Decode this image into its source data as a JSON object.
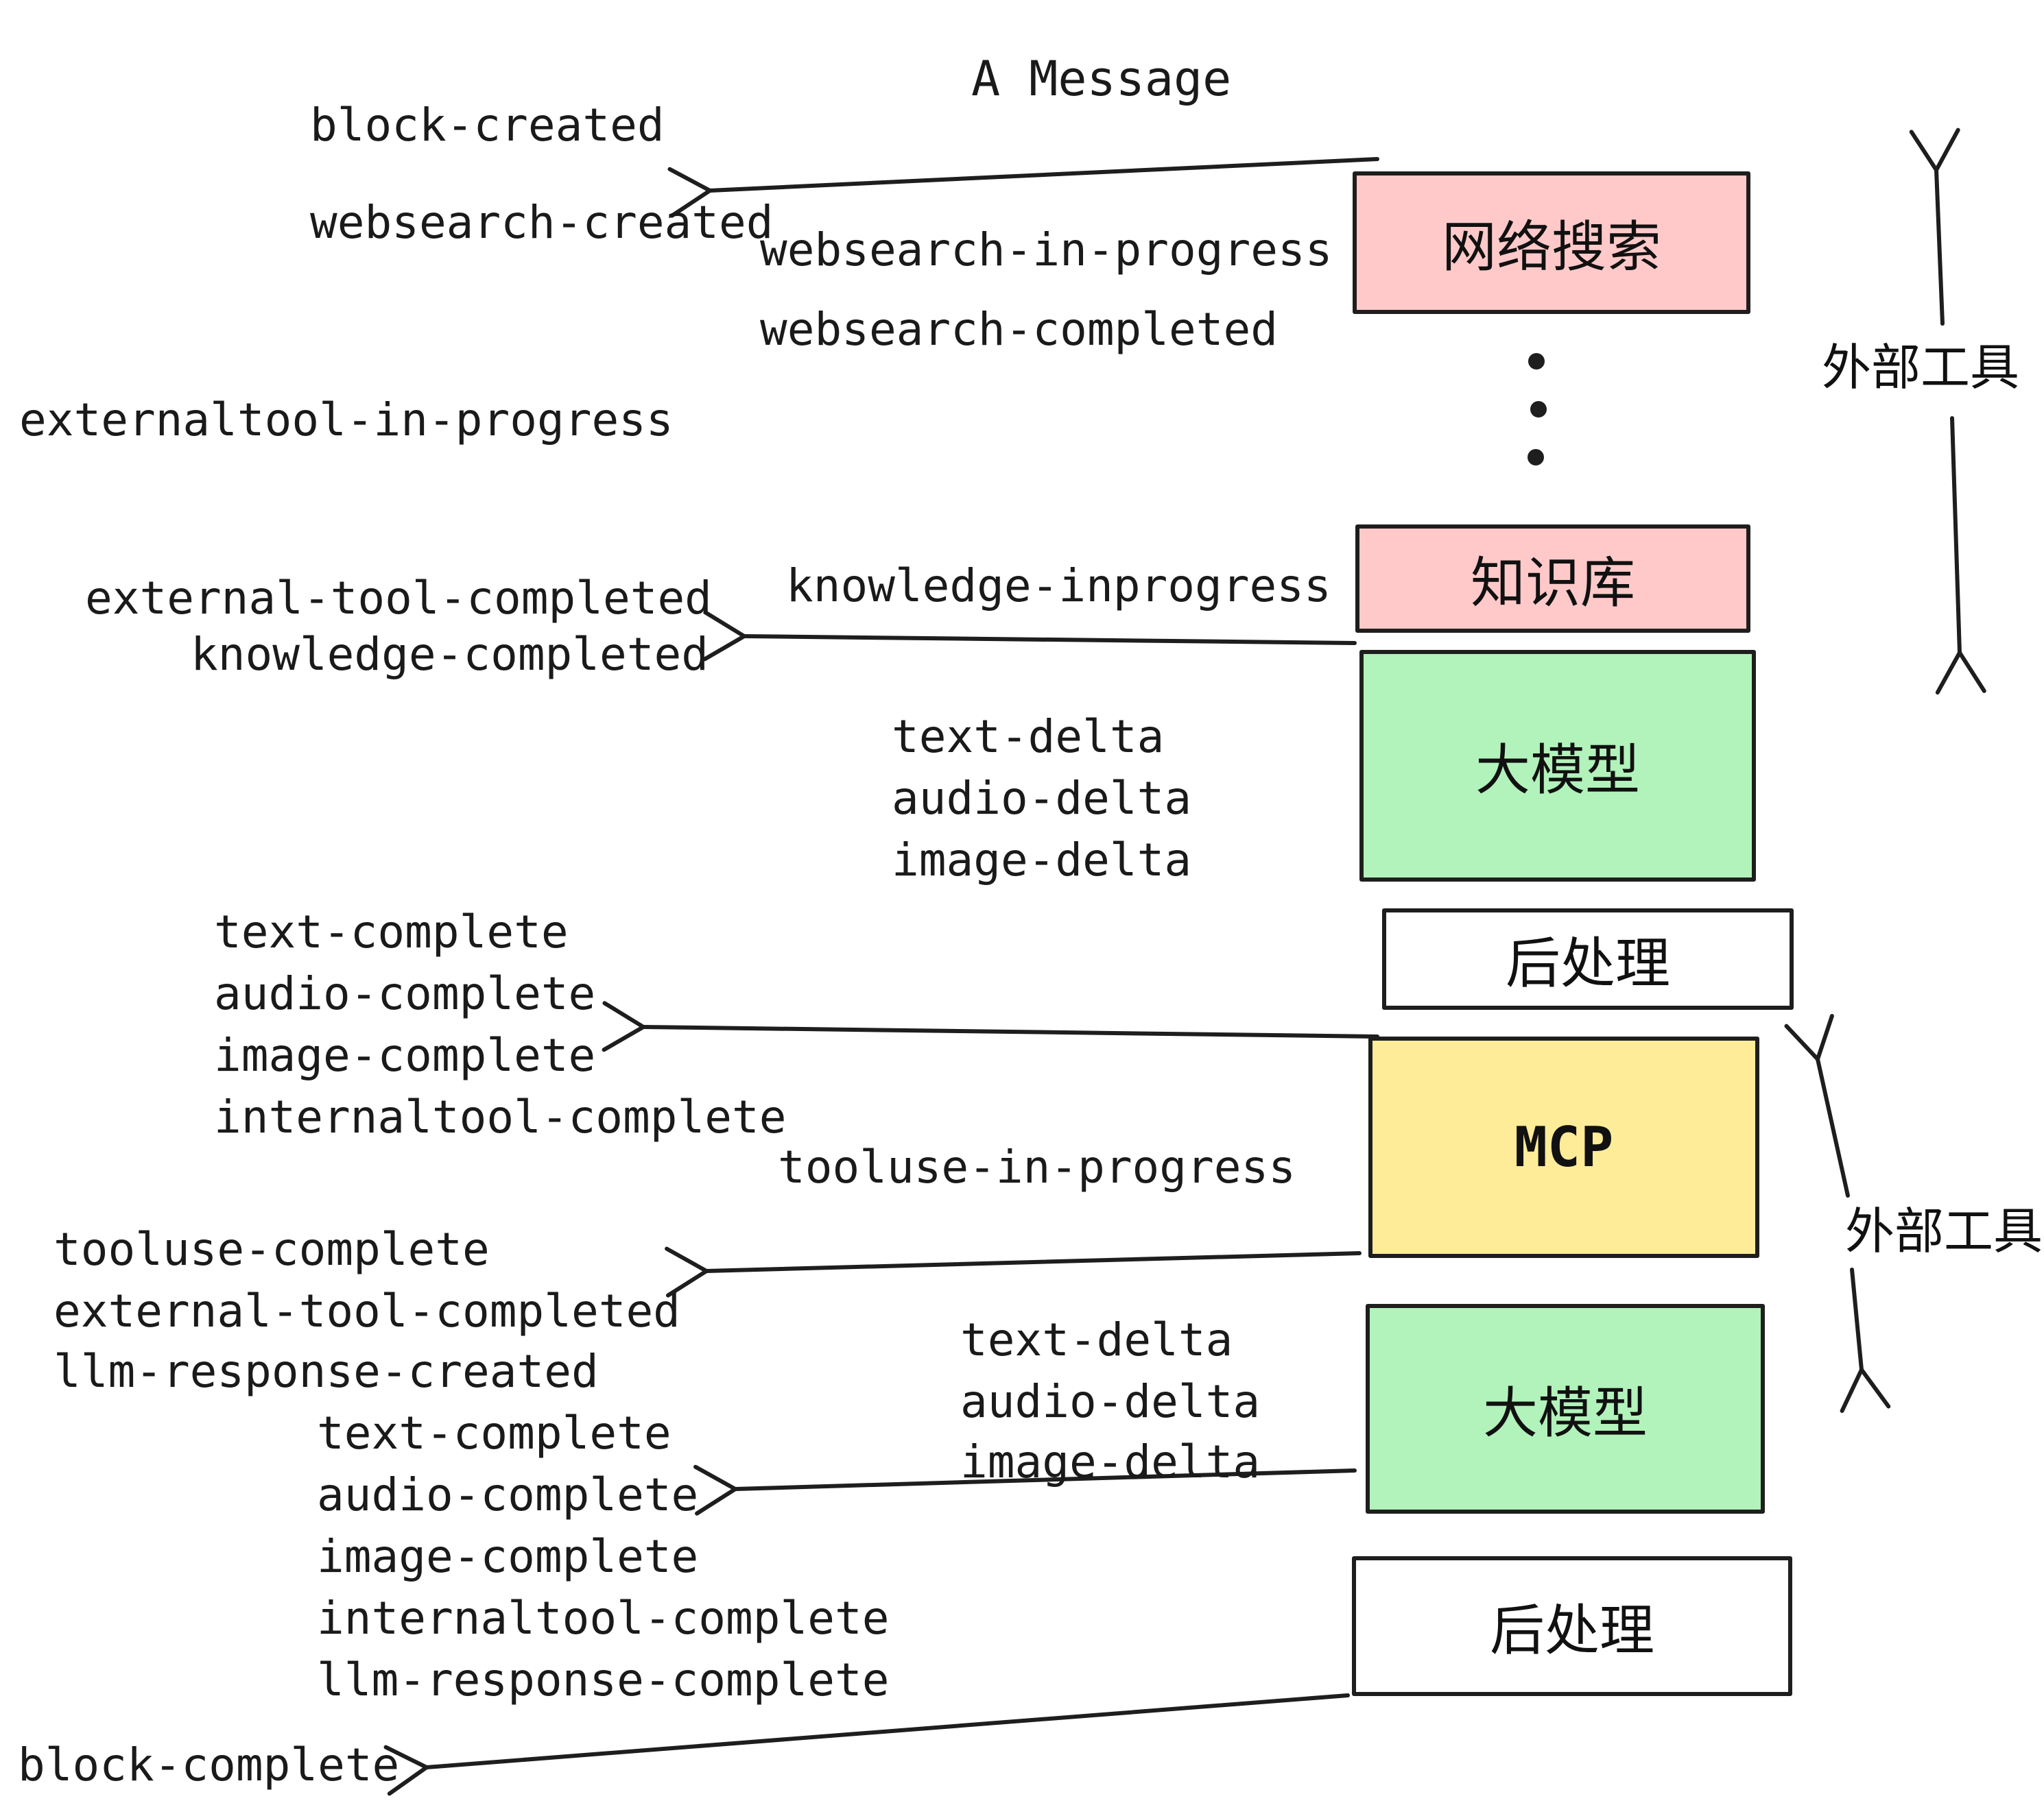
{
  "title": "A Message",
  "palette": {
    "stroke": "#1e1e1e",
    "text": "#1a1a1a",
    "box_pink": "#ffc9c9",
    "box_green": "#b2f2bb",
    "box_yellow": "#ffec99",
    "box_white": "#ffffff"
  },
  "boxes": [
    {
      "id": "websearch",
      "label": "网络搜索",
      "color": "#ffc9c9"
    },
    {
      "id": "knowledge",
      "label": "知识库",
      "color": "#ffc9c9"
    },
    {
      "id": "llm-1",
      "label": "大模型",
      "color": "#b2f2bb"
    },
    {
      "id": "postproc-1",
      "label": "后处理",
      "color": "#ffffff"
    },
    {
      "id": "mcp",
      "label": "MCP",
      "color": "#ffec99"
    },
    {
      "id": "llm-2",
      "label": "大模型",
      "color": "#b2f2bb"
    },
    {
      "id": "postproc-2",
      "label": "后处理",
      "color": "#ffffff"
    }
  ],
  "side_labels": [
    {
      "id": "external-tools-top",
      "label": "外部工具"
    },
    {
      "id": "external-tools-bottom",
      "label": "外部工具"
    }
  ],
  "events": [
    {
      "id": "block-created",
      "text": "block-created"
    },
    {
      "id": "websearch-created",
      "text": "websearch-created"
    },
    {
      "id": "websearch-in-progress",
      "text": "websearch-in-progress"
    },
    {
      "id": "websearch-completed",
      "text": "websearch-completed"
    },
    {
      "id": "externaltool-in-progress",
      "text": "externaltool-in-progress"
    },
    {
      "id": "knowledge-inprogress",
      "text": "knowledge-inprogress"
    },
    {
      "id": "external-tool-completed-1",
      "text": "external-tool-completed"
    },
    {
      "id": "knowledge-completed",
      "text": "knowledge-completed"
    },
    {
      "id": "text-delta-1",
      "text": "text-delta"
    },
    {
      "id": "audio-delta-1",
      "text": "audio-delta"
    },
    {
      "id": "image-delta-1",
      "text": "image-delta"
    },
    {
      "id": "text-complete-1",
      "text": "text-complete"
    },
    {
      "id": "audio-complete-1",
      "text": "audio-complete"
    },
    {
      "id": "image-complete-1",
      "text": "image-complete"
    },
    {
      "id": "internaltool-complete-1",
      "text": "internaltool-complete"
    },
    {
      "id": "tooluse-in-progress",
      "text": "tooluse-in-progress"
    },
    {
      "id": "tooluse-complete",
      "text": "tooluse-complete"
    },
    {
      "id": "external-tool-completed-2",
      "text": "external-tool-completed"
    },
    {
      "id": "llm-response-created",
      "text": "llm-response-created"
    },
    {
      "id": "text-delta-2",
      "text": "text-delta"
    },
    {
      "id": "audio-delta-2",
      "text": "audio-delta"
    },
    {
      "id": "image-delta-2",
      "text": "image-delta"
    },
    {
      "id": "text-complete-2",
      "text": "text-complete"
    },
    {
      "id": "audio-complete-2",
      "text": "audio-complete"
    },
    {
      "id": "image-complete-2",
      "text": "image-complete"
    },
    {
      "id": "internaltool-complete-2",
      "text": "internaltool-complete"
    },
    {
      "id": "llm-response-complete",
      "text": "llm-response-complete"
    },
    {
      "id": "block-complete",
      "text": "block-complete"
    }
  ]
}
